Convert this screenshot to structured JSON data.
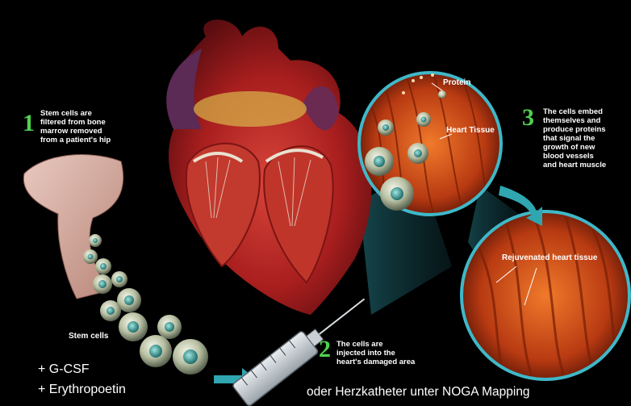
{
  "steps": [
    {
      "number": "1",
      "lines": [
        "Stem cells are",
        "filtered from bone",
        "marrow removed",
        "from a patient's hip"
      ]
    },
    {
      "number": "2",
      "lines": [
        "The cells are",
        "injected into the",
        "heart's damaged area"
      ]
    },
    {
      "number": "3",
      "lines": [
        "The cells embed",
        "themselves and",
        "produce proteins",
        "that signal the",
        "growth of new",
        "blood vessels",
        "and heart muscle"
      ]
    }
  ],
  "callouts": {
    "protein": "Protein",
    "heart_tissue": "Heart Tissue",
    "rejuvenated": "Rejuvenated heart tissue",
    "stem_cells": "Stem cells"
  },
  "additions": [
    "+ G-CSF",
    "+ Erythropoetin"
  ],
  "caption": "oder Herzkatheter unter NOGA Mapping",
  "colors": {
    "step_number": "#4fd14f",
    "text": "#ffffff",
    "background": "#000000",
    "ring": "#3fb8c8"
  }
}
